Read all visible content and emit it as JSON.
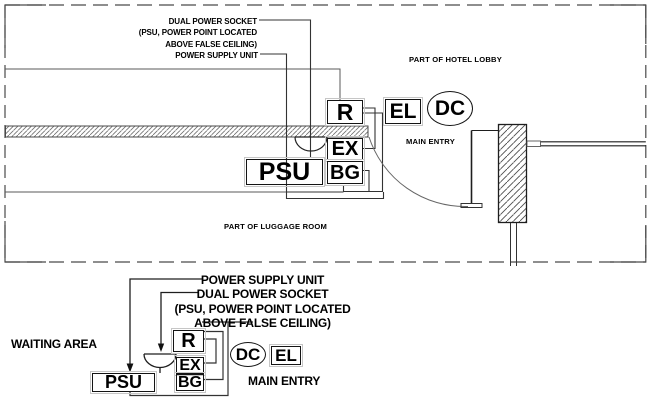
{
  "colors": {
    "background": "#ffffff",
    "line_dark": "#1a1a1a",
    "line_gray": "#5a5a5a",
    "text": "#000000"
  },
  "top_plan": {
    "callout_dual_power_socket": "DUAL POWER SOCKET",
    "callout_psu_note1": "(PSU, POWER POINT LOCATED",
    "callout_psu_note2": "ABOVE FALSE CEILING)",
    "callout_power_supply_unit": "POWER SUPPLY UNIT",
    "room_hotel_lobby": "PART OF HOTEL LOBBY",
    "room_main_entry": "MAIN ENTRY",
    "room_luggage_room": "PART OF LUGGAGE ROOM",
    "device_psu": "PSU",
    "device_r": "R",
    "device_ex": "EX",
    "device_bg": "BG",
    "device_el": "EL",
    "device_dc": "DC"
  },
  "bottom_schematic": {
    "callout_power_supply_unit": "POWER SUPPLY UNIT",
    "callout_dual_power_socket": "DUAL POWER SOCKET",
    "callout_psu_note1": "(PSU, POWER POINT LOCATED",
    "callout_psu_note2": "ABOVE FALSE CEILING)",
    "room_waiting_area": "WAITING AREA",
    "room_main_entry": "MAIN ENTRY",
    "device_psu": "PSU",
    "device_r": "R",
    "device_ex": "EX",
    "device_bg": "BG",
    "device_el": "EL",
    "device_dc": "DC"
  }
}
